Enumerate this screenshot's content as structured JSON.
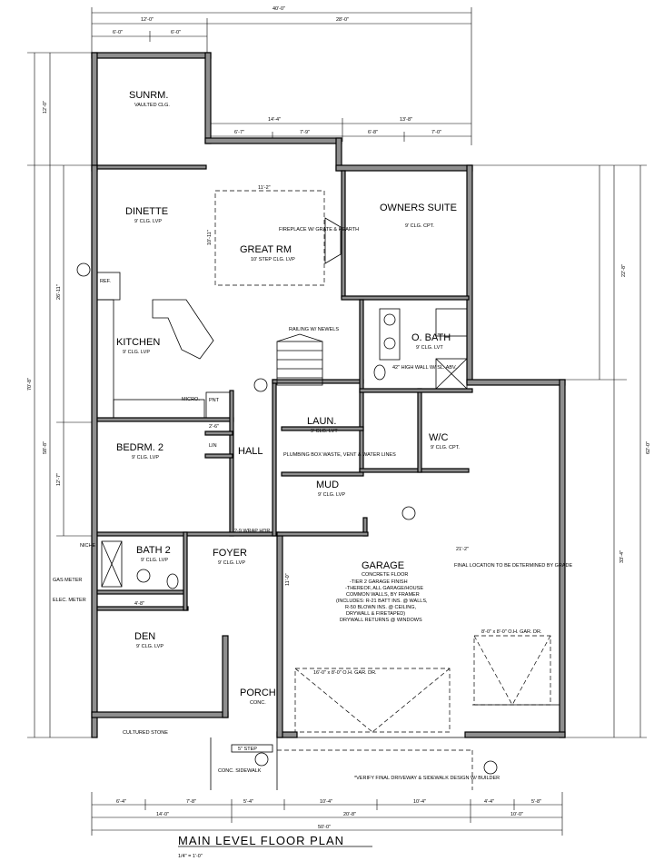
{
  "title": "MAIN LEVEL FLOOR PLAN",
  "scale": "1/4\" = 1'-0\"",
  "rooms": {
    "sunroom": {
      "name": "SUNRM.",
      "note": "VAULTED CLG."
    },
    "dinette": {
      "name": "DINETTE",
      "note": "9' CLG. LVP"
    },
    "great_room": {
      "name": "GREAT RM",
      "note": "10' STEP CLG. LVP"
    },
    "owners_suite": {
      "name": "OWNERS SUITE",
      "note": "9' CLG. CPT."
    },
    "kitchen": {
      "name": "KITCHEN",
      "note": "9' CLG. LVP"
    },
    "owners_bath": {
      "name": "O. BATH",
      "note": "9' CLG. LVT"
    },
    "laundry": {
      "name": "LAUN.",
      "note": "9' CLG. LVT"
    },
    "wic": {
      "name": "W/C",
      "note": "9' CLG. CPT."
    },
    "bedroom2": {
      "name": "BEDRM. 2",
      "note": "9' CLG. LVP"
    },
    "hall": {
      "name": "HALL",
      "note": ""
    },
    "mud": {
      "name": "MUD",
      "note": "9' CLG. LVP"
    },
    "bath2": {
      "name": "BATH 2",
      "note": "9' CLG. LVP"
    },
    "foyer": {
      "name": "FOYER",
      "note": "9' CLG. LVP"
    },
    "den": {
      "name": "DEN",
      "note": "9' CLG. LVP"
    },
    "porch": {
      "name": "PORCH",
      "note": "CONC."
    },
    "garage": {
      "name": "GARAGE",
      "note": "CONCRETE FLOOR"
    }
  },
  "garage_notes": [
    "-TIER 2 GARAGE FINISH",
    "-THEREOF, ALL GARAGE/HOUSE",
    "COMMON WALLS, BY FRAMER",
    "(INCLUDES: R-21 BATT INS. @ WALLS,",
    "R-50 BLOWN INS. @ CEILING,",
    "DRYWALL & FIRETAPED)",
    "DRYWALL RETURNS @ WINDOWS"
  ],
  "notes": {
    "fireplace": "FIREPLACE W/ GRATE & HEARTH",
    "railing": "RAILING W/ NEWELS",
    "garage_door_big": "16'-0\" x 8'-0\" O.H. GAR. DR.",
    "garage_door_small": "8'-0\" x 8'-0\" O.H. GAR. DR.",
    "final_location": "FINAL LOCATION TO BE DETERMINED BY GRADE",
    "driveway": "*VERIFY FINAL DRIVEWAY & SIDEWALK DESIGN W/ BUILDER",
    "cultured_stone": "CULTURED STONE",
    "conc_sidewalk": "CONC. SIDEWALK",
    "step": "5\" STEP",
    "gas_meter": "GAS METER",
    "elec_meter": "ELEC. METER",
    "high_wall": "42\" HIGH WALL W/ SL. ABV.",
    "plumbing": "PLUMBING BOX WASTE, VENT & WATER LINES",
    "wrap_hdr": "2-9 WRAP HDR",
    "niche": "NICHE",
    "fridge": "REF.",
    "micro": "MICRO.",
    "pantry": "PNT",
    "lin": "LIN"
  },
  "dimensions": {
    "top_overall": "40'-0\"",
    "top_right": "28'-0\"",
    "top_left": "12'-0\"",
    "top_left_a": "6'-0\"",
    "top_left_b": "6'-0\"",
    "row2_a": "14'-4\"",
    "row2_b": "13'-8\"",
    "row3_a": "6'-7\"",
    "row3_b": "7'-9\"",
    "row3_c": "6'-8\"",
    "row3_d": "7'-0\"",
    "bottom_overall": "50'-0\"",
    "bottom_left": "14'-0\"",
    "bottom_mid": "20'-8\"",
    "bottom_right": "10'-0\"",
    "bottom_a": "6'-4\"",
    "bottom_b": "7'-8\"",
    "bottom_c": "5'-4\"",
    "bottom_d": "10'-4\"",
    "bottom_e": "10'-4\"",
    "bottom_f": "4'-4\"",
    "bottom_g": "5'-8\"",
    "left_overall": "70'-8\"",
    "left_a": "12'-0\"",
    "left_b": "58'-8\"",
    "left_c": "26'-11\"",
    "left_d": "12'-7\"",
    "right_a": "22'-8\"",
    "right_b": "62'-0\"",
    "right_c": "33'-4\"",
    "garage_depth": "11'-0\"",
    "garage_width": "21'-2\"",
    "great_rm_w": "11'-2\"",
    "great_rm_d": "10'-11\"",
    "hall_w": "2'-6\"",
    "den_w": "4'-8\""
  }
}
